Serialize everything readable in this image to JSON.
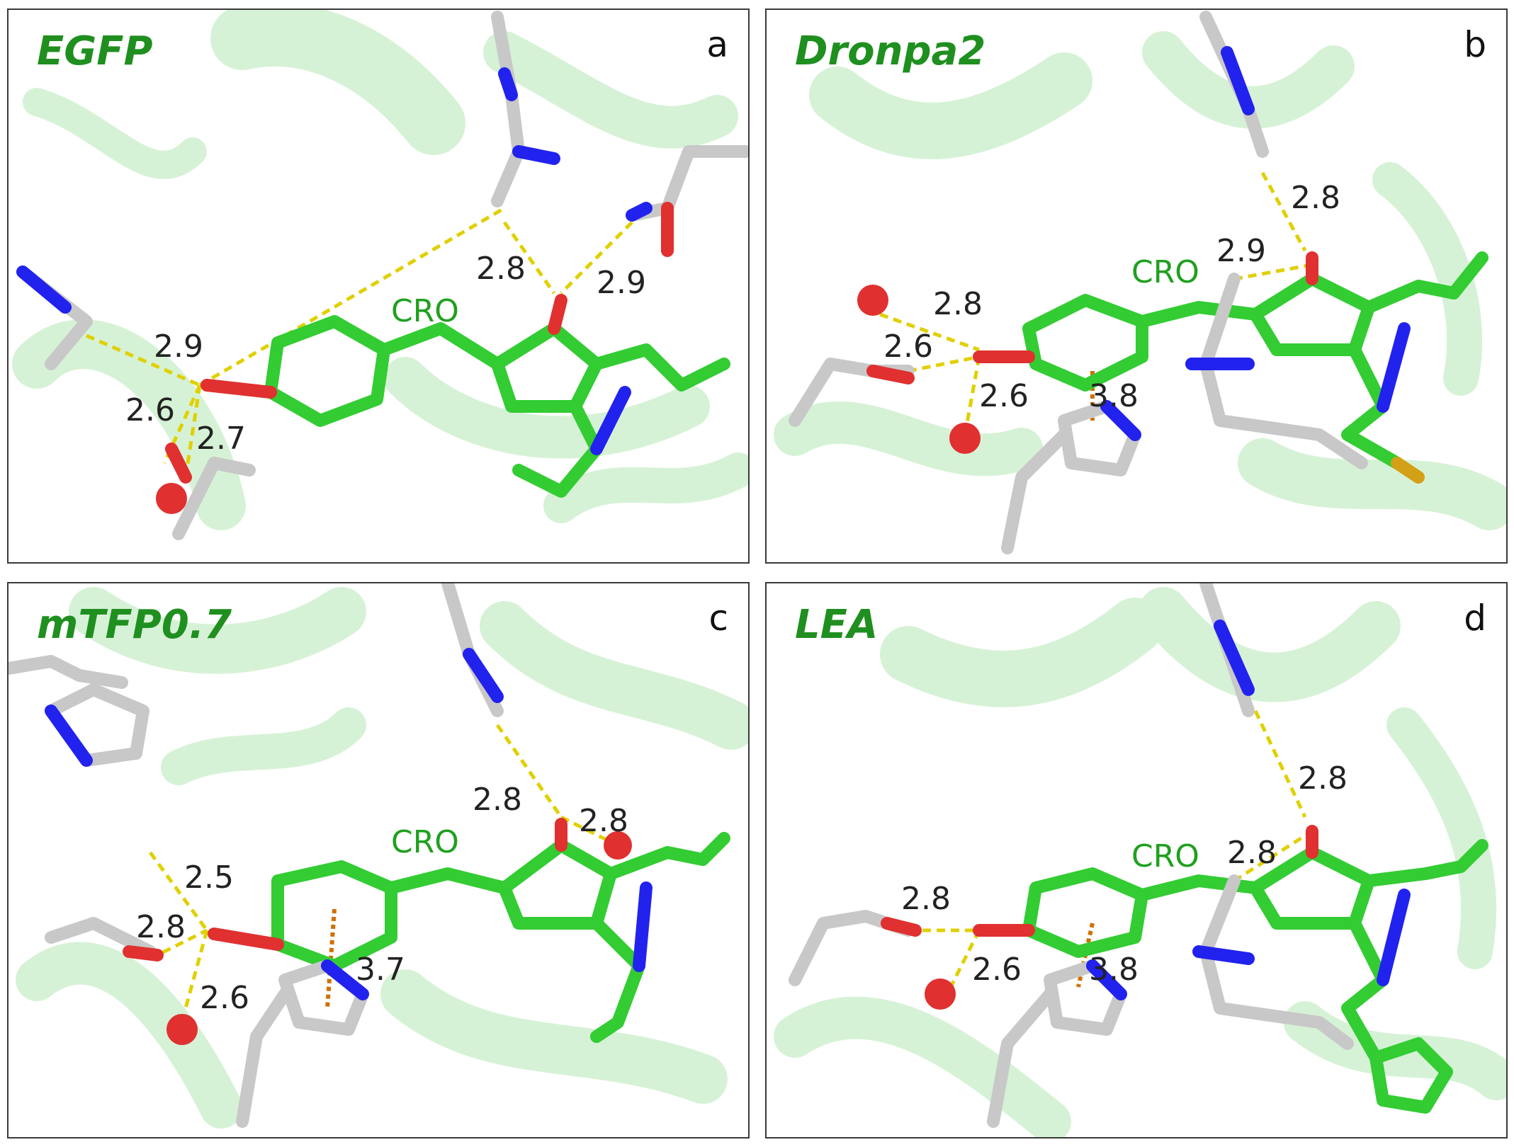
{
  "colors": {
    "carbon": "#33cc33",
    "nitrogen": "#2222ee",
    "oxygen": "#e03030",
    "sulfur": "#d4a017",
    "residue_carbon": "#c8c8c8",
    "hbond": "#e0d000",
    "stacking": "#d07000",
    "protein_ribbon": "#c8f0c8",
    "label_green": "#1f8f1f"
  },
  "chromophore_label": "CRO",
  "panels": [
    {
      "letter": "a",
      "protein": "EGFP",
      "distances": [
        "2.8",
        "2.9",
        "2.9",
        "2.6",
        "2.7"
      ],
      "stacking_distance": ""
    },
    {
      "letter": "b",
      "protein": "Dronpa2",
      "distances": [
        "2.8",
        "2.9",
        "2.8",
        "2.6",
        "2.6"
      ],
      "stacking_distance": "3.8"
    },
    {
      "letter": "c",
      "protein": "mTFP0.7",
      "distances": [
        "2.8",
        "2.8",
        "2.5",
        "2.8",
        "2.6"
      ],
      "stacking_distance": "3.7"
    },
    {
      "letter": "d",
      "protein": "LEA",
      "distances": [
        "2.8",
        "2.8",
        "2.8",
        "2.6"
      ],
      "stacking_distance": "3.8"
    }
  ]
}
